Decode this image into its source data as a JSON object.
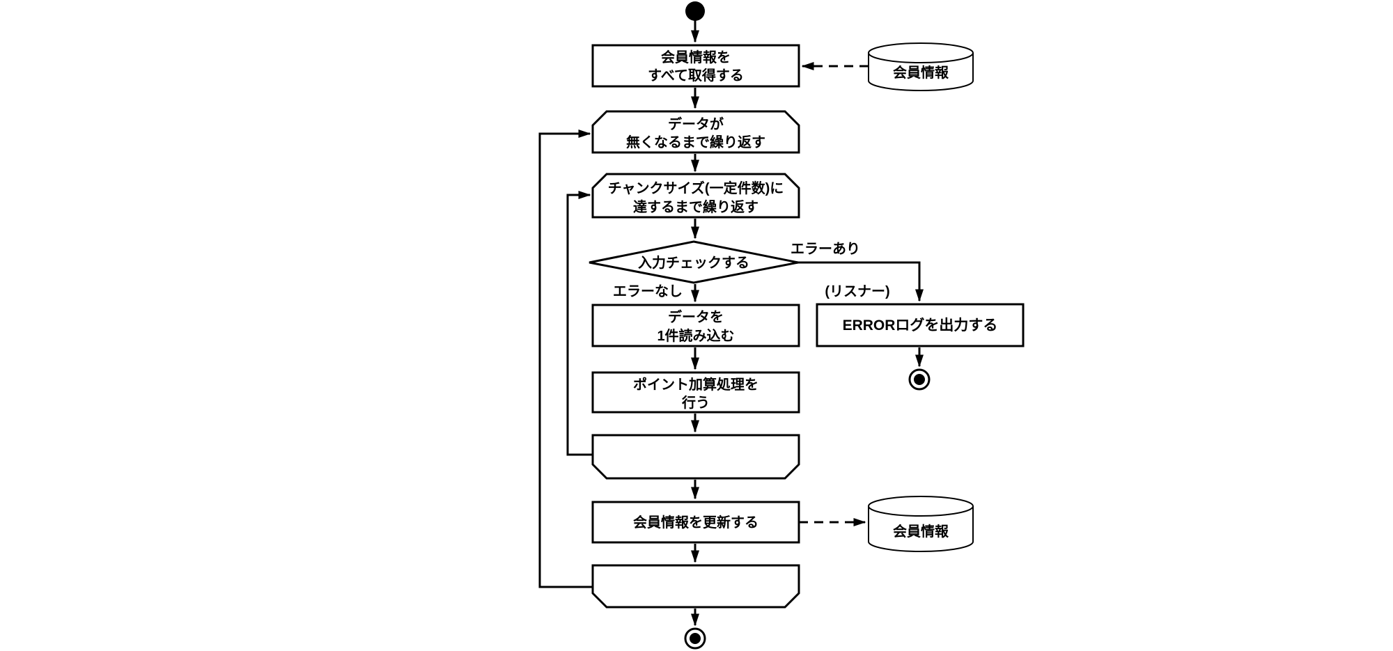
{
  "diagram": {
    "colors": {
      "line": "#000000",
      "background": "#ffffff",
      "shape_fill": "#ffffff"
    },
    "nodes": {
      "fetch_members": {
        "line1": "会員情報を",
        "line2": "すべて取得する"
      },
      "datastore_top": {
        "label": "会員情報"
      },
      "loop_start_data": {
        "line1": "データが",
        "line2": "無くなるまで繰り返す"
      },
      "loop_start_chunk": {
        "line1": "チャンクサイズ(一定件数)に",
        "line2": "達するまで繰り返す"
      },
      "decision_input_check": {
        "label": "入力チェックする"
      },
      "read_one_record": {
        "line1": "データを",
        "line2": "1件読み込む"
      },
      "add_points": {
        "line1": "ポイント加算処理を",
        "line2": "行う"
      },
      "output_error_log": {
        "label": "ERRORログを出力する"
      },
      "update_members": {
        "label": "会員情報を更新する"
      },
      "datastore_bottom": {
        "label": "会員情報"
      }
    },
    "edge_labels": {
      "error_present": "エラーあり",
      "no_error": "エラーなし",
      "listener": "(リスナー)"
    }
  }
}
